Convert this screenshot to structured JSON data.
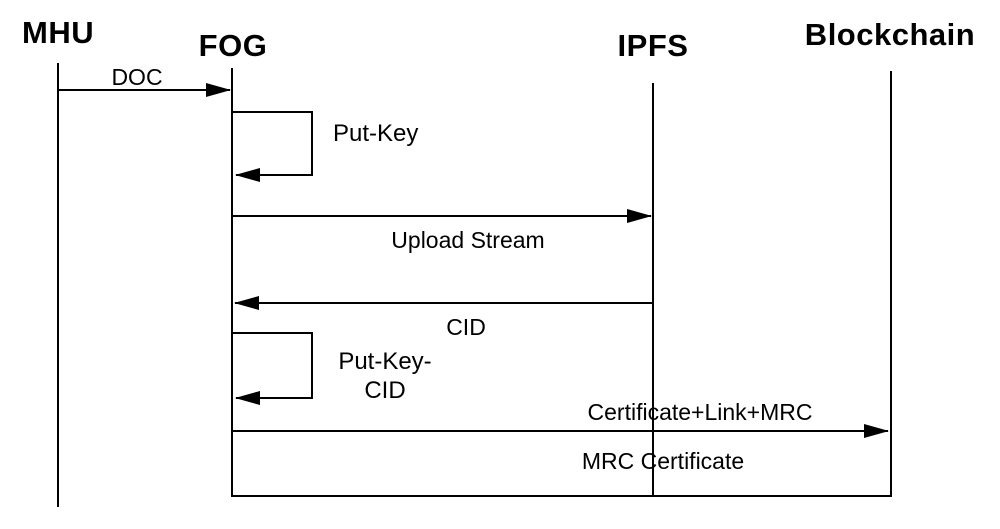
{
  "diagram": {
    "type": "sequence",
    "colors": {
      "line": "#000000",
      "background": "#ffffff",
      "text": "#000000"
    },
    "actors": [
      {
        "id": "mhu",
        "label": "MHU"
      },
      {
        "id": "fog",
        "label": "FOG"
      },
      {
        "id": "ipfs",
        "label": "IPFS"
      },
      {
        "id": "blockchain",
        "label": "Blockchain"
      }
    ],
    "messages": [
      {
        "label": "DOC",
        "from": "MHU",
        "to": "FOG",
        "kind": "arrow"
      },
      {
        "label": "Put-Key",
        "from": "FOG",
        "to": "FOG",
        "kind": "self-loop"
      },
      {
        "label": "Upload Stream",
        "from": "FOG",
        "to": "IPFS",
        "kind": "arrow"
      },
      {
        "label": "CID",
        "from": "IPFS",
        "to": "FOG",
        "kind": "arrow"
      },
      {
        "label": "Put-Key-CID",
        "label_lines": [
          "Put-Key-",
          "CID"
        ],
        "from": "FOG",
        "to": "FOG",
        "kind": "self-loop"
      },
      {
        "label": "Certificate+Link+MRC",
        "from": "FOG",
        "to": "Blockchain",
        "kind": "arrow"
      },
      {
        "label": "MRC Certificate",
        "from": "FOG",
        "to": "Blockchain",
        "kind": "line"
      }
    ]
  }
}
